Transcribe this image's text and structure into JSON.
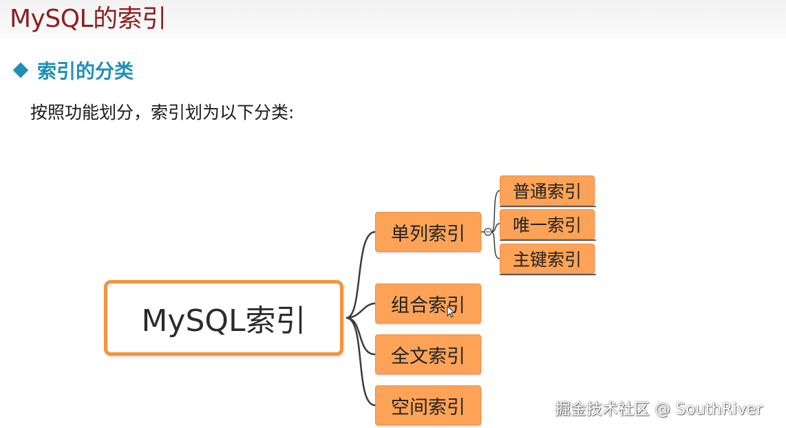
{
  "header": {
    "title": "MySQL的索引"
  },
  "section": {
    "heading": "索引的分类",
    "intro": "按照功能划分，索引划为以下分类:"
  },
  "mindmap": {
    "root": "MySQL索引",
    "branches": [
      "单列索引",
      "组合索引",
      "全文索引",
      "空间索引"
    ],
    "sub_branches": [
      "普通索引",
      "唯一索引",
      "主键索引"
    ]
  },
  "watermark": "掘金技术社区 @ SouthRiver",
  "colors": {
    "title": "#8e1d1d",
    "heading": "#1f8fb8",
    "node_fill": "#fca357",
    "root_border": "#f4943c"
  }
}
